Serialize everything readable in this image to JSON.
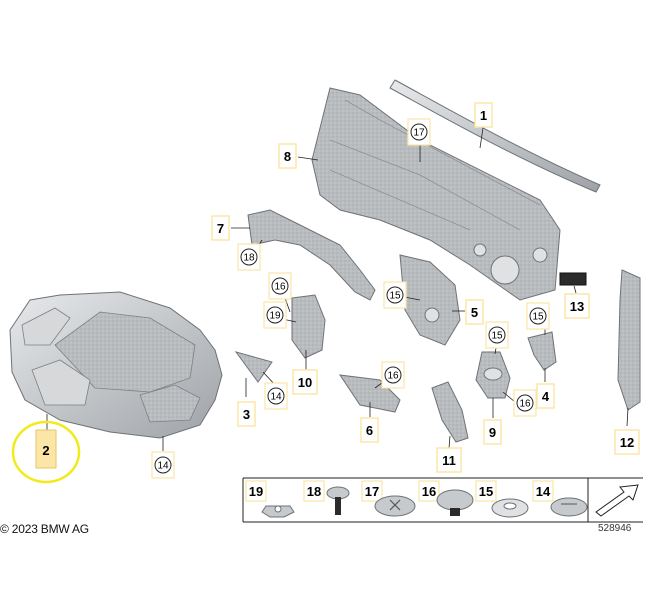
{
  "part_labels": [
    {
      "id": "p1",
      "text": "1"
    },
    {
      "id": "p2",
      "text": "2"
    },
    {
      "id": "p3",
      "text": "3"
    },
    {
      "id": "p4",
      "text": "4"
    },
    {
      "id": "p5",
      "text": "5"
    },
    {
      "id": "p6",
      "text": "6"
    },
    {
      "id": "p7",
      "text": "7"
    },
    {
      "id": "p8",
      "text": "8"
    },
    {
      "id": "p9",
      "text": "9"
    },
    {
      "id": "p10",
      "text": "10"
    },
    {
      "id": "p11",
      "text": "11"
    },
    {
      "id": "p12",
      "text": "12"
    },
    {
      "id": "p13",
      "text": "13"
    }
  ],
  "fastener_callouts": [
    {
      "id": "c17",
      "text": "17"
    },
    {
      "id": "c18",
      "text": "18"
    },
    {
      "id": "c16a",
      "text": "16"
    },
    {
      "id": "c19",
      "text": "19"
    },
    {
      "id": "c15a",
      "text": "15"
    },
    {
      "id": "c14a",
      "text": "14"
    },
    {
      "id": "c16b",
      "text": "16"
    },
    {
      "id": "c15b",
      "text": "15"
    },
    {
      "id": "c15c",
      "text": "15"
    },
    {
      "id": "c16c",
      "text": "16"
    },
    {
      "id": "c14b",
      "text": "14"
    }
  ],
  "fastener_table": [
    {
      "id": "t19",
      "text": "19"
    },
    {
      "id": "t18",
      "text": "18"
    },
    {
      "id": "t17",
      "text": "17"
    },
    {
      "id": "t16",
      "text": "16"
    },
    {
      "id": "t15",
      "text": "15"
    },
    {
      "id": "t14",
      "text": "14"
    }
  ],
  "footer": {
    "copyright": "© 2023 BMW AG",
    "diagram_id": "528946"
  },
  "highlight": {
    "target": "2",
    "color": "#f2ea1c"
  },
  "colors": {
    "label_bg": "#fbe6a8",
    "part_fill": "#bfc2c5",
    "part_stroke": "#6e7277"
  }
}
